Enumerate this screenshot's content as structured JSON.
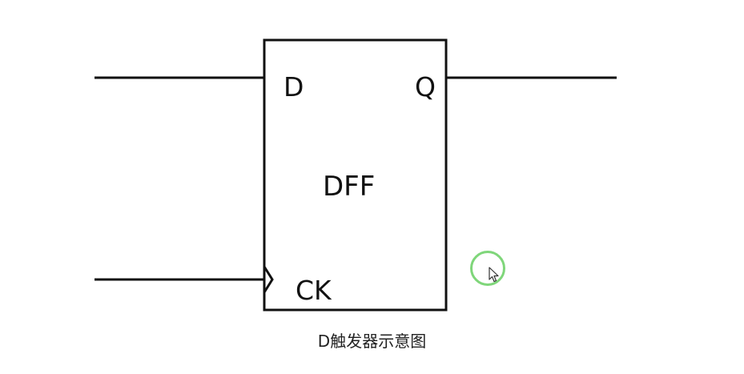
{
  "diagram": {
    "block_label": "DFF",
    "pins": {
      "d": "D",
      "q": "Q",
      "ck": "CK"
    },
    "caption": "D触发器示意图"
  },
  "colors": {
    "line": "#111111",
    "cursor_ring": "#7fd67a"
  },
  "icons": {
    "cursor": "mouse-pointer-icon",
    "clock_edge": "clock-edge-triangle-icon"
  }
}
